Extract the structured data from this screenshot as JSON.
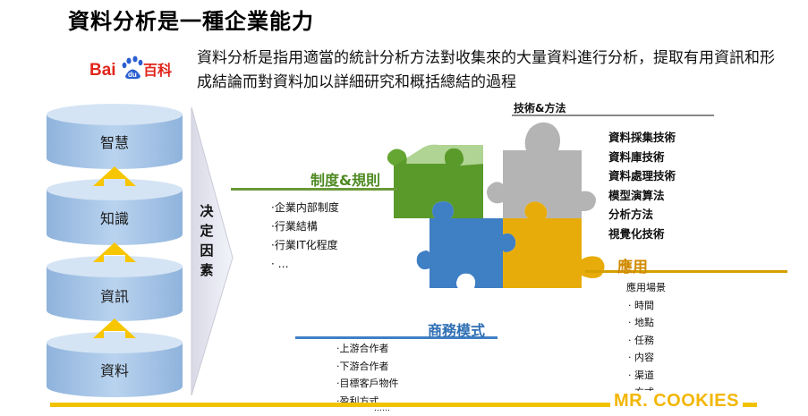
{
  "title": "資料分析是一種企業能力",
  "logo": {
    "latin": "Bai",
    "badge": "du",
    "chinese": "百科"
  },
  "description": "資料分析是指用適當的統計分析方法對收集來的大量資料進行分析，提取有用資訊和形成結論而對資料加以詳細研究和概括總結的過程",
  "pyramid": {
    "levels": [
      "智慧",
      "知識",
      "資訊",
      "資料"
    ],
    "decision_label": "决定因素"
  },
  "sections": {
    "rules": {
      "title": "制度&規則",
      "items": [
        "·企業内部制度",
        "·行業結構",
        "·行業IT化程度",
        "· …"
      ]
    },
    "business": {
      "title": "商務模式",
      "items": [
        "·上游合作者",
        "·下游合作者",
        "·目標客戶物件",
        "·盈利方式",
        "……"
      ]
    },
    "tech": {
      "title": "技術&方法",
      "items": [
        "資料採集技術",
        "資料庫技術",
        "資料處理技術",
        "模型演算法",
        "分析方法",
        "視覺化技術"
      ]
    },
    "application": {
      "title": "應用",
      "subtitle": "應用場景",
      "items": [
        "· 時間",
        "· 地點",
        "· 任務",
        "· 内容",
        "· 渠道",
        "· 方式"
      ]
    }
  },
  "brand": "MR. COOKIES",
  "colors": {
    "cylinder": "#a8c6e8",
    "cylinder_top": "#cfe0f3",
    "arrow": "#f7c600",
    "puzzle_green": "#5a9a2a",
    "puzzle_gray": "#b4b4b4",
    "puzzle_blue": "#3f7fc4",
    "puzzle_yellow": "#e8ac0a",
    "rules_line": "#6a9a3a",
    "tech_line": "#8a8a8a",
    "business_line": "#3f7fc4",
    "app_line": "#d4a000",
    "brand": "#f2b600"
  }
}
